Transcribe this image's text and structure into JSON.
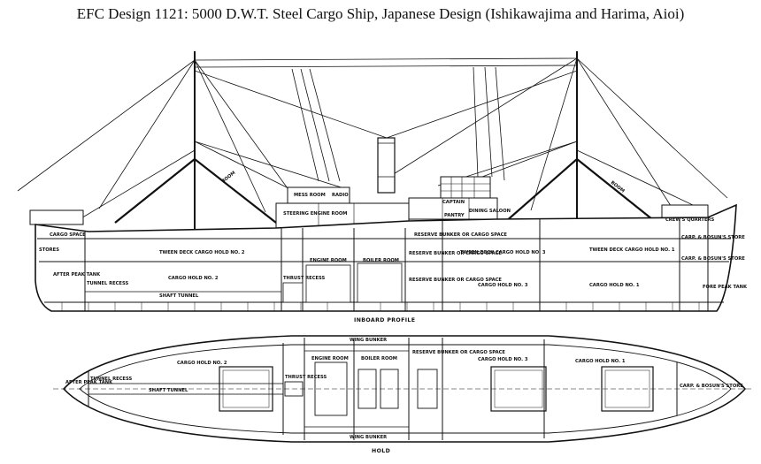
{
  "title": "EFC Design 1121:  5000 D.W.T. Steel Cargo Ship, Japanese Design (Ishikawajima and Harima, Aioi)",
  "views": {
    "profile_caption": "INBOARD PROFILE",
    "hold_caption": "HOLD"
  },
  "profile_labels": {
    "cargo_space": "CARGO SPACE",
    "stores": "STORES",
    "after_peak_tank": "AFTER PEAK TANK",
    "tunnel_recess": "TUNNEL RECESS",
    "tween_deck_cargo_hold_2": "TWEEN DECK   CARGO HOLD NO. 2",
    "cargo_hold_2": "CARGO HOLD NO. 2",
    "shaft_tunnel": "SHAFT TUNNEL",
    "thrust_recess": "THRUST RECESS",
    "engine_room": "ENGINE ROOM",
    "boiler_room": "BOILER ROOM",
    "steering_engine_room": "STEERING ENGINE ROOM",
    "mess_room": "MESS ROOM",
    "radio": "RADIO",
    "captain": "CAPTAIN",
    "pantry": "PANTRY",
    "dining_saloon": "DINING SALOON",
    "reserve_bunker_cargo_space": "RESERVE BUNKER OR CARGO SPACE",
    "reserve_bunker_upper": "RESERVE BUNKER OR CARGO SPACE",
    "reserve_bunker_lower": "RESERVE BUNKER OR CARGO SPACE",
    "tween_deck_cargo_hold_3": "TWEEN DECK   CARGO HOLD NO. 3",
    "cargo_hold_3": "CARGO HOLD NO. 3",
    "tween_deck_cargo_hold_1": "TWEEN DECK   CARGO HOLD NO. 1",
    "cargo_hold_1": "CARGO HOLD NO. 1",
    "crews_quarters": "CREW'S QUARTERS",
    "bosuns_store_upper": "CARP. & BOSUN'S STORE",
    "bosuns_store_lower": "CARP. & BOSUN'S STORE",
    "fore_peak_tank": "FORE PEAK TANK",
    "boom_left": "BOOM",
    "boom_right": "BOOM"
  },
  "hold_labels": {
    "wing_bunker_top": "WING BUNKER",
    "wing_bunker_bottom": "WING BUNKER",
    "after_peak_tank": "AFTER PEAK TANK",
    "tunnel_recess": "TUNNEL RECESS",
    "cargo_hold_2": "CARGO HOLD NO. 2",
    "shaft_tunnel": "SHAFT TUNNEL",
    "thrust_recess": "THRUST RECESS",
    "engine_room": "ENGINE ROOM",
    "boiler_room": "BOILER ROOM",
    "reserve_bunker": "RESERVE BUNKER OR CARGO SPACE",
    "cargo_hold_3": "CARGO HOLD NO. 3",
    "cargo_hold_1": "CARGO HOLD NO. 1",
    "bosuns_store": "CARP. & BOSUN'S STORE"
  }
}
